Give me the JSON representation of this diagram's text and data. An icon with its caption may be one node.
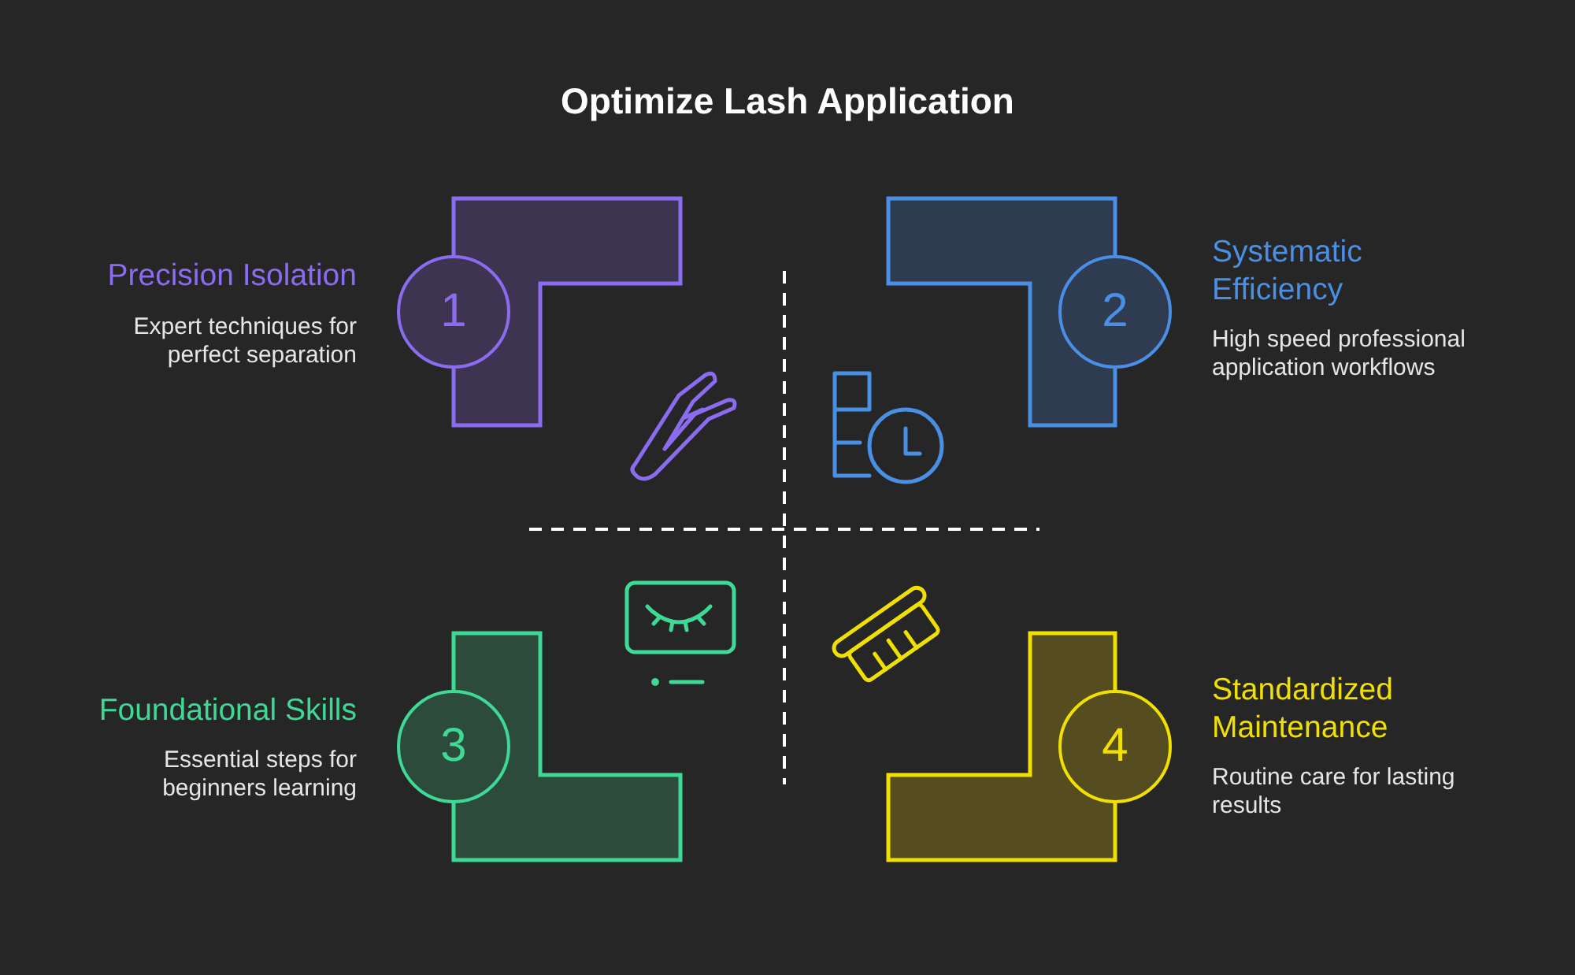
{
  "diagram": {
    "title": "Optimize Lash Application",
    "nodes": [
      {
        "text": [
          "1"
        ],
        "beside": [
          "Precision Isolation",
          "Expert techniques for perfect separation"
        ]
      },
      {
        "text": [
          "2"
        ],
        "beside": [
          "Systematic Efficiency",
          "High speed professional application workflows"
        ]
      },
      {
        "text": [
          "3"
        ],
        "beside": [
          "Foundational Skills",
          "Essential steps for beginners learning"
        ]
      },
      {
        "text": [
          "4"
        ],
        "beside": [
          "Standardized Maintenance",
          "Routine care for lasting results"
        ]
      }
    ]
  }
}
